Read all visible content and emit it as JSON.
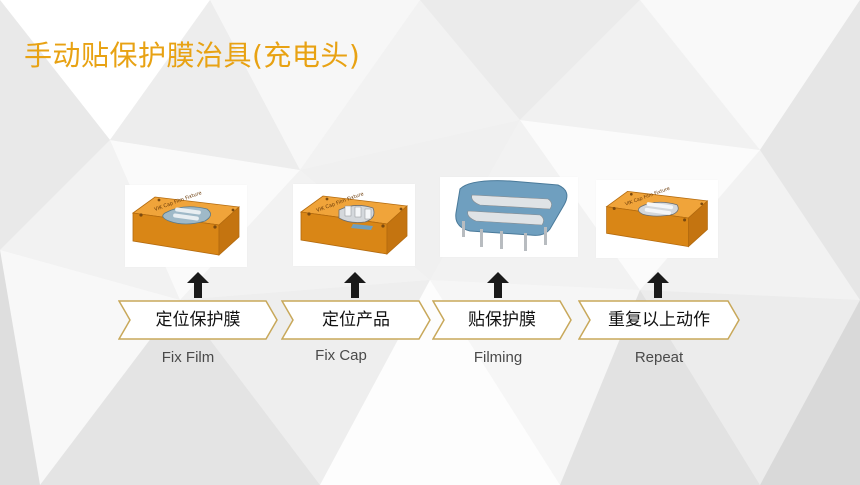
{
  "title": "手动贴保护膜治具(充电头)",
  "steps": [
    {
      "label": "定位保护膜",
      "caption": "Fix Film"
    },
    {
      "label": "定位产品",
      "caption": "Fix Cap"
    },
    {
      "label": "贴保护膜",
      "caption": "Filming"
    },
    {
      "label": "重复以上动作",
      "caption": "Repeat"
    }
  ],
  "colors": {
    "title": "#e8a213",
    "jig_orange": "#e8961e",
    "step_border": "#c8a85a",
    "arrow": "#1a1a1a"
  },
  "icons": [
    "jig-fix-film-image",
    "jig-fix-cap-image",
    "filming-fixture-image",
    "jig-repeat-image",
    "up-arrow-icon",
    "chevron-step-shape"
  ]
}
